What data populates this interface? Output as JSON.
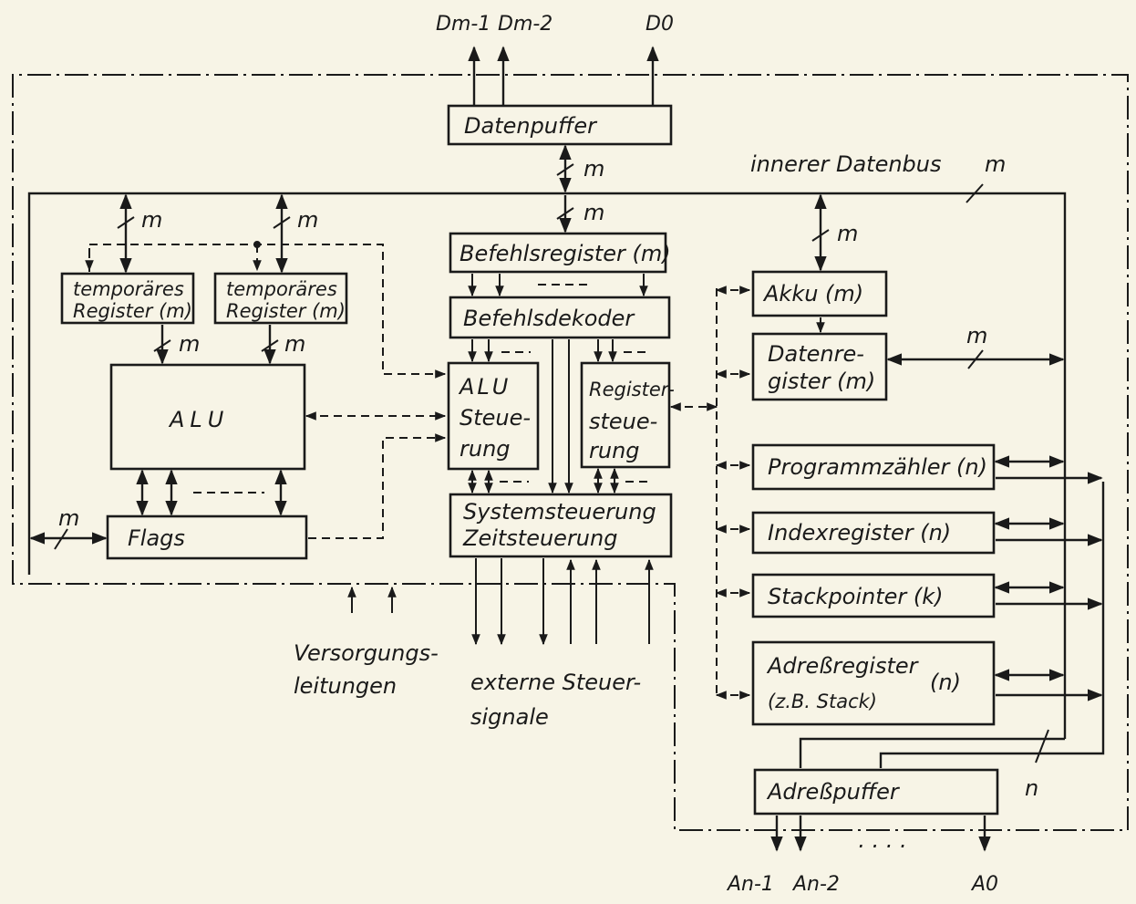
{
  "outputs": {
    "data": [
      "Dm-1",
      "Dm-2",
      "D0"
    ],
    "address": [
      "An-1",
      "An-2",
      "A0"
    ],
    "ellipsis": "· · · ·"
  },
  "labels": {
    "inner_bus": "innerer Datenbus",
    "width_m": "m",
    "width_n": "n",
    "supply_line1": "Versorgungs-",
    "supply_line2": "leitungen",
    "ext_line1": "externe  Steuer-",
    "ext_line2": "signale"
  },
  "blocks": {
    "datenpuffer": "Datenpuffer",
    "temp1": [
      "temporäres",
      "Register (m)"
    ],
    "temp2": [
      "temporäres",
      "Register (m)"
    ],
    "alu": "ALU",
    "flags": "Flags",
    "befehlsregister": "Befehlsregister (m)",
    "befehlsdekoder": "Befehlsdekoder",
    "alu_steuerung": [
      "ALU",
      "Steue-",
      "rung"
    ],
    "register_steuerung": [
      "Register-",
      "steue-",
      "rung"
    ],
    "systemsteuerung": [
      "Systemsteuerung",
      "Zeitsteuerung"
    ],
    "akku": "Akku (m)",
    "datenregister": [
      "Datenre-",
      "gister (m)"
    ],
    "programmzaehler": "Programmzähler (n)",
    "indexregister": "Indexregister  (n)",
    "stackpointer": "Stackpointer   (k)",
    "adressregister": [
      "Adreßregister",
      "(z.B. Stack)",
      "(n)"
    ],
    "adresspuffer": "Adreßpuffer"
  }
}
